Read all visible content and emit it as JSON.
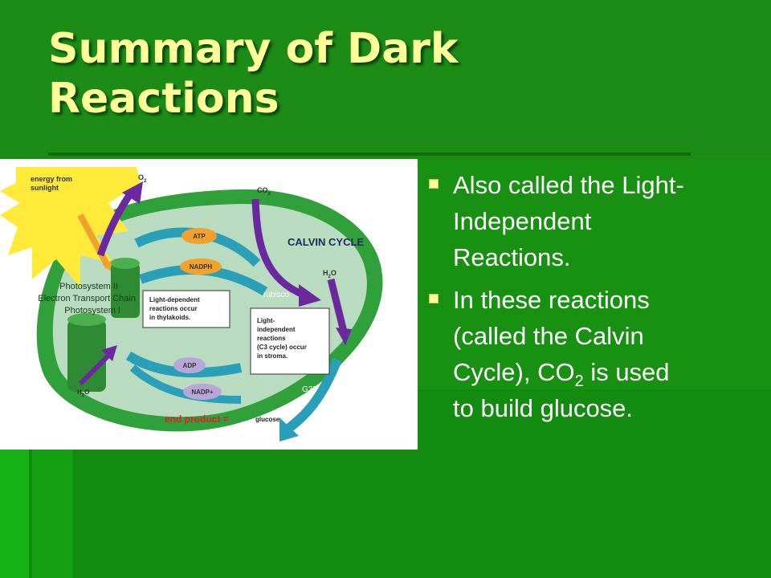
{
  "title": {
    "line1": "Summary of Dark",
    "line2": "Reactions"
  },
  "bullets": [
    {
      "lines": [
        "Also called the Light-",
        "Independent",
        "Reactions."
      ]
    },
    {
      "lines": [
        "In these reactions",
        "(called the Calvin"
      ],
      "line3_pre": "Cycle), CO",
      "line3_sub": "2",
      "line3_post": " is used",
      "line4": "to build glucose."
    }
  ],
  "diagram": {
    "sun_label_1": "energy from",
    "sun_label_2": "sunlight",
    "o2": "O",
    "o2_sub": "2",
    "co2": "CO",
    "co2_sub": "2",
    "atp": "ATP",
    "nadph": "NADPH",
    "calvin_cycle": "CALVIN CYCLE",
    "h2o_right": "H",
    "h2o_right_sub": "2",
    "h2o_right_o": "O",
    "photosystem_2": "Photosystem II",
    "etc": "Electron Transport Chain",
    "photosystem_1": "Photosystem I",
    "rubisco": "rubisco",
    "light_dep": [
      "Light-dependent",
      "reactions occur",
      "in thylakoids."
    ],
    "light_indep": [
      "Light-",
      "independent",
      "reactions",
      "(C3 cycle) occur",
      "in stroma."
    ],
    "adp": "ADP",
    "nadp": "NADP+",
    "g3p": "G3P",
    "h2o_left": "H",
    "h2o_left_sub": "2",
    "h2o_left_o": "O",
    "end_product": "end product =",
    "glucose": "glucose"
  },
  "colors": {
    "background": "#1a8a14",
    "title_text": "#ffff99",
    "bullet_text": "#ffffff",
    "bullet_marker": "#ffff99",
    "chloroplast_outer": "#2fa03a",
    "chloroplast_inner": "#b9dcc0",
    "arrow_purple": "#6a2a9e",
    "arrow_teal": "#2aa0b8",
    "end_product_red": "#e0202a",
    "callout_orange": "#f2a12c"
  }
}
